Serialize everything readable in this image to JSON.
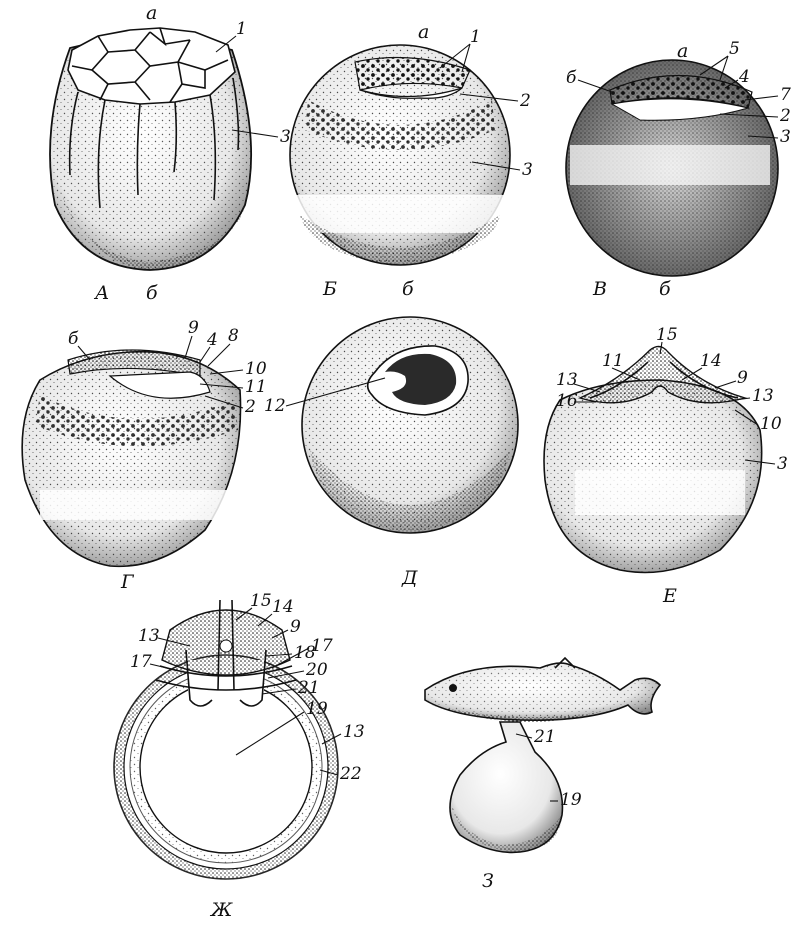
{
  "figure": {
    "panels": [
      {
        "id": "A",
        "letter": "А",
        "pole_top": "а",
        "pole_bottom": "б",
        "labels": [
          "1",
          "3"
        ]
      },
      {
        "id": "B",
        "letter": "Б",
        "pole_top": "а",
        "pole_bottom": "б",
        "labels": [
          "1",
          "2",
          "3"
        ]
      },
      {
        "id": "V",
        "letter": "В",
        "pole_top": "а",
        "pole_bottom": "б",
        "labels": [
          "б",
          "5",
          "4",
          "7",
          "2",
          "3"
        ]
      },
      {
        "id": "G",
        "letter": "Г",
        "labels": [
          "б",
          "9",
          "4",
          "8",
          "10",
          "11",
          "2"
        ]
      },
      {
        "id": "D",
        "letter": "Д",
        "labels": [
          "12"
        ]
      },
      {
        "id": "E",
        "letter": "Е",
        "labels": [
          "15",
          "11",
          "14",
          "13",
          "9",
          "16",
          "13",
          "10",
          "3"
        ]
      },
      {
        "id": "Zh",
        "letter": "Ж",
        "labels": [
          "15",
          "14",
          "9",
          "13",
          "18",
          "17",
          "17",
          "20",
          "21",
          "19",
          "13",
          "22"
        ]
      },
      {
        "id": "Z",
        "letter": "З",
        "labels": [
          "21",
          "19"
        ]
      }
    ]
  }
}
